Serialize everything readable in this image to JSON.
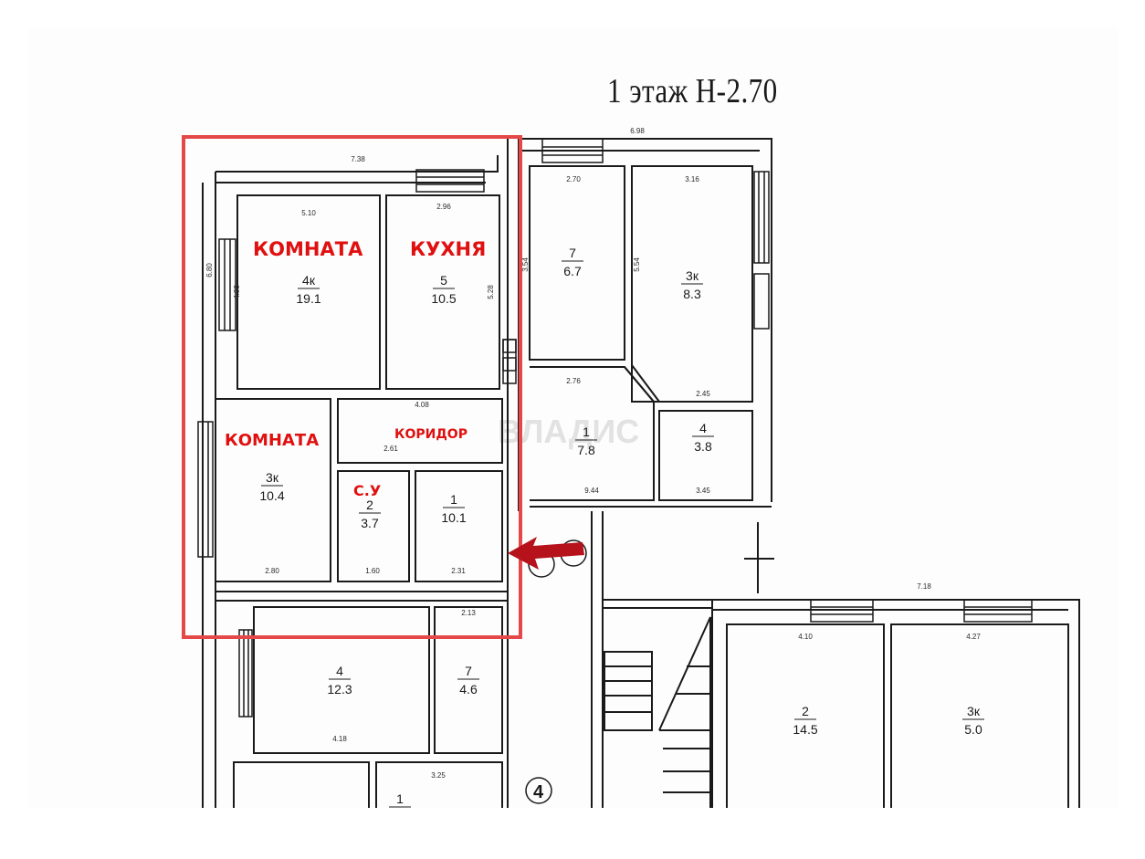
{
  "floor_title": "1 этаж Н-2.70",
  "watermark": "ВЛАДИС",
  "colors": {
    "highlight": "#e54848",
    "label": "#e01010",
    "line": "#1a1a1a",
    "arrow": "#b5121b"
  },
  "labels": {
    "room_left_top": "КОМНАТА",
    "kitchen": "КУХНЯ",
    "room_left_bottom": "КОМНАТА",
    "corridor": "КОРИДОР",
    "bathroom": "С.У"
  },
  "rooms": [
    {
      "id": "r4k",
      "num": "4к",
      "area": "19.1"
    },
    {
      "id": "r5",
      "num": "5",
      "area": "10.5"
    },
    {
      "id": "r3k",
      "num": "3к",
      "area": "10.4"
    },
    {
      "id": "r2su",
      "num": "2",
      "area": "3.7"
    },
    {
      "id": "r1cor",
      "num": "1",
      "area": "10.1"
    },
    {
      "id": "r7a",
      "num": "7",
      "area": "6.7"
    },
    {
      "id": "r3kb",
      "num": "3к",
      "area": "8.3"
    },
    {
      "id": "r1b",
      "num": "1",
      "area": "7.8"
    },
    {
      "id": "r4b",
      "num": "4",
      "area": "3.8"
    },
    {
      "id": "r4c",
      "num": "4",
      "area": "12.3"
    },
    {
      "id": "r7c",
      "num": "7",
      "area": "4.6"
    },
    {
      "id": "r2d",
      "num": "2",
      "area": "14.5"
    },
    {
      "id": "r3kd",
      "num": "3к",
      "area": "5.0"
    },
    {
      "id": "r1e",
      "num": "1",
      "area": ""
    }
  ],
  "dimensions": {
    "d1": "7.38",
    "d2": "6.98",
    "d3": "5.10",
    "d4": "2.96",
    "d5": "2.70",
    "d6": "3.16",
    "d7": "4.08",
    "d8": "4.98",
    "d9": "2.61",
    "d10": "2.76",
    "d11": "2.45",
    "d12": "9.44",
    "d13": "3.45",
    "d14": "2.80",
    "d15": "1.60",
    "d16": "2.31",
    "d17": "2.13",
    "d18": "4.18",
    "d19": "3.25",
    "d20": "7.18",
    "d21": "4.10",
    "d22": "4.27",
    "d23": "6.80",
    "d24": "3.54",
    "d25": "5.54",
    "d26": "5.28"
  },
  "markers": {
    "m4": "4"
  }
}
